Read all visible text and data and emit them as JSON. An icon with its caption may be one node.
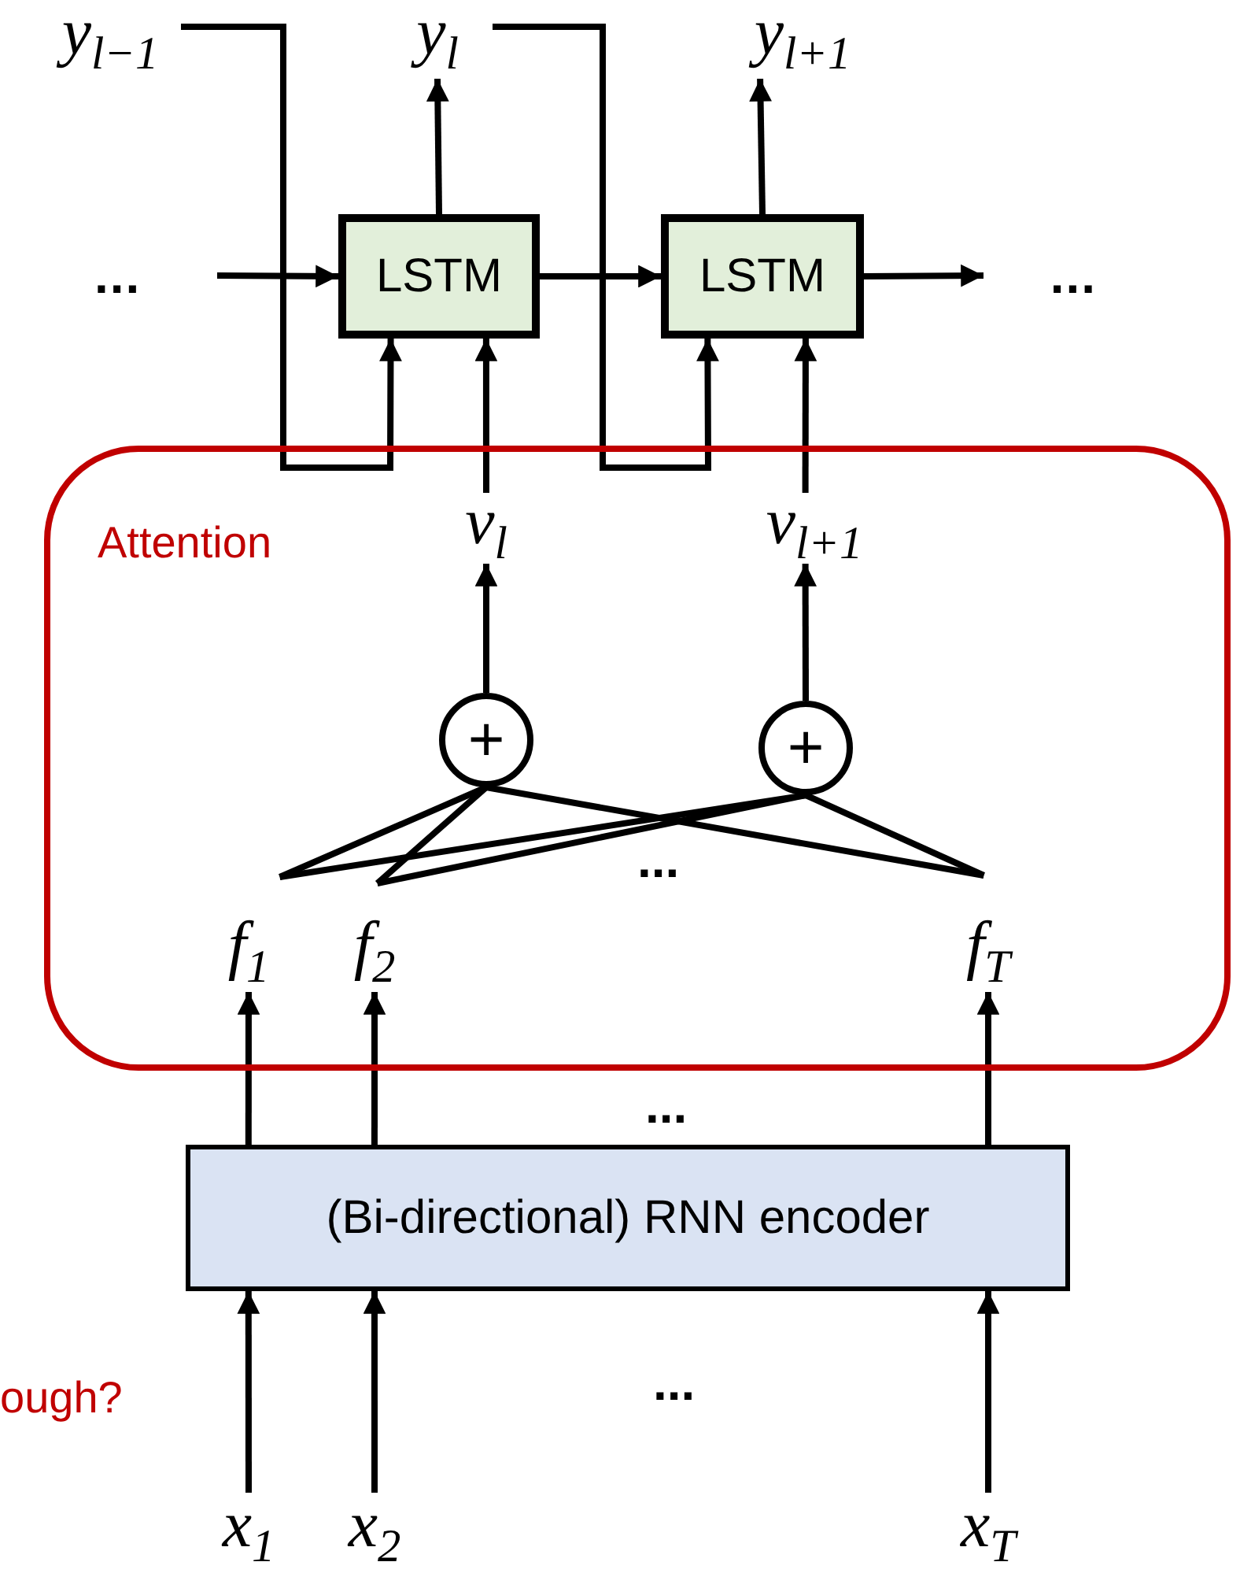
{
  "diagram": {
    "nodes": [
      {
        "text": [
          "y$_{l−1}$"
        ]
      },
      {
        "text": [
          "y$_{l}$"
        ]
      },
      {
        "text": [
          "y$_{l+1}$"
        ]
      },
      {
        "text": [
          "..."
        ]
      },
      {
        "text": [
          "LSTM"
        ]
      },
      {
        "text": [
          "LSTM"
        ]
      },
      {
        "text": [
          "..."
        ]
      },
      {
        "text": [
          "Attention"
        ]
      },
      {
        "text": [
          "v$_{l}$"
        ],
        "in": 7
      },
      {
        "text": [
          "v$_{l+1}$"
        ],
        "in": 7
      },
      {
        "text": [
          "+"
        ],
        "in": 7
      },
      {
        "text": [
          "+"
        ],
        "in": 7
      },
      {
        "text": [
          "f$_{1}$"
        ],
        "in": 7
      },
      {
        "text": [
          "f$_{2}$"
        ],
        "in": 7
      },
      {
        "text": [
          "f$_{T}$"
        ],
        "in": 7
      },
      {
        "text": [
          "(Bi-directional) RNN encoder"
        ]
      },
      {
        "text": [
          "x$_{1}$"
        ]
      },
      {
        "text": [
          "x$_{2}$"
        ]
      },
      {
        "text": [
          "x$_{T}$"
        ]
      }
    ],
    "edges": [
      {
        "from": 0,
        "to": 4,
        "arrow": "to"
      },
      {
        "from": 3,
        "to": 4,
        "arrow": "to"
      },
      {
        "from": 4,
        "to": 5,
        "arrow": "to"
      },
      {
        "from": 5,
        "to": 6,
        "arrow": "to"
      },
      {
        "from": 4,
        "to": 1,
        "arrow": "to"
      },
      {
        "from": 5,
        "to": 2,
        "arrow": "to"
      },
      {
        "from": 1,
        "to": 5,
        "arrow": "to"
      },
      {
        "from": 8,
        "to": 4,
        "arrow": "to"
      },
      {
        "from": 9,
        "to": 5,
        "arrow": "to"
      },
      {
        "from": 10,
        "to": 8,
        "arrow": "to"
      },
      {
        "from": 11,
        "to": 9,
        "arrow": "to"
      },
      {
        "from": 12,
        "to": 10,
        "arrow": "none"
      },
      {
        "from": 13,
        "to": 10,
        "arrow": "none"
      },
      {
        "from": 14,
        "to": 10,
        "arrow": "none"
      },
      {
        "from": 12,
        "to": 11,
        "arrow": "none"
      },
      {
        "from": 13,
        "to": 11,
        "arrow": "none"
      },
      {
        "from": 14,
        "to": 11,
        "arrow": "none"
      },
      {
        "from": 15,
        "to": 12,
        "arrow": "to"
      },
      {
        "from": 15,
        "to": 13,
        "arrow": "to"
      },
      {
        "from": 15,
        "to": 14,
        "arrow": "to"
      },
      {
        "from": 16,
        "to": 15,
        "arrow": "to"
      },
      {
        "from": 17,
        "to": 15,
        "arrow": "to"
      },
      {
        "from": 18,
        "to": 15,
        "arrow": "to"
      }
    ],
    "labels": [
      "...",
      "...",
      "ough?",
      "..."
    ]
  }
}
